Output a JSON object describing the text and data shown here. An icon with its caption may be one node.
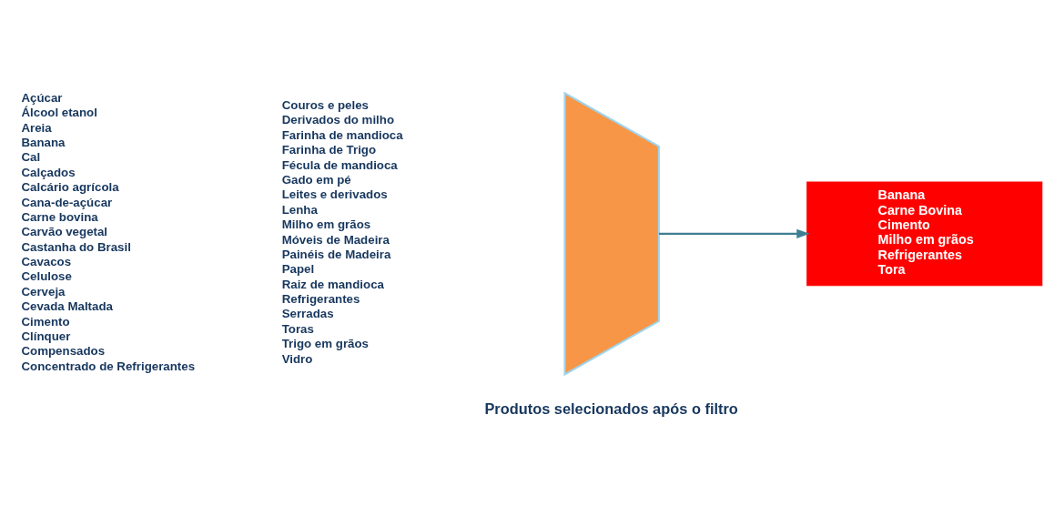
{
  "diagram": {
    "nodes": [
      {
        "text": [],
        "shape": "trapezoid",
        "beside": [
          "Produtos selecionados após o filtro"
        ]
      },
      {
        "text": [
          "Banana",
          "Carne Bovina",
          "Cimento",
          "Milho em grãos",
          "Refrigerantes",
          "Tora"
        ]
      }
    ],
    "edges": [
      {
        "from": 0,
        "to": 1,
        "arrow": "to",
        "color": "#3f7f93"
      }
    ],
    "labels": [
      "Açúcar",
      "Álcool etanol",
      "Areia",
      "Banana",
      "Cal",
      "Calçados",
      "Calcário agrícola",
      "Cana-de-açúcar",
      "Carne bovina",
      "Carvão vegetal",
      "Castanha do Brasil",
      "Cavacos",
      "Celulose",
      "Cerveja",
      "Cevada Maltada",
      "Cimento",
      "Clínquer",
      "Compensados",
      "Concentrado de Refrigerantes",
      "Couros e peles",
      "Derivados do milho",
      "Farinha de mandioca",
      "Farinha de Trigo",
      "Fécula de mandioca",
      "Gado em pé",
      "Leites e derivados",
      "Lenha",
      "Milho em grãos",
      "Móveis de Madeira",
      "Painéis de Madeira",
      "Papel",
      "Raiz de mandioca",
      "Refrigerantes",
      "Serradas",
      "Toras",
      "Trigo em grãos",
      "Vidro"
    ]
  }
}
